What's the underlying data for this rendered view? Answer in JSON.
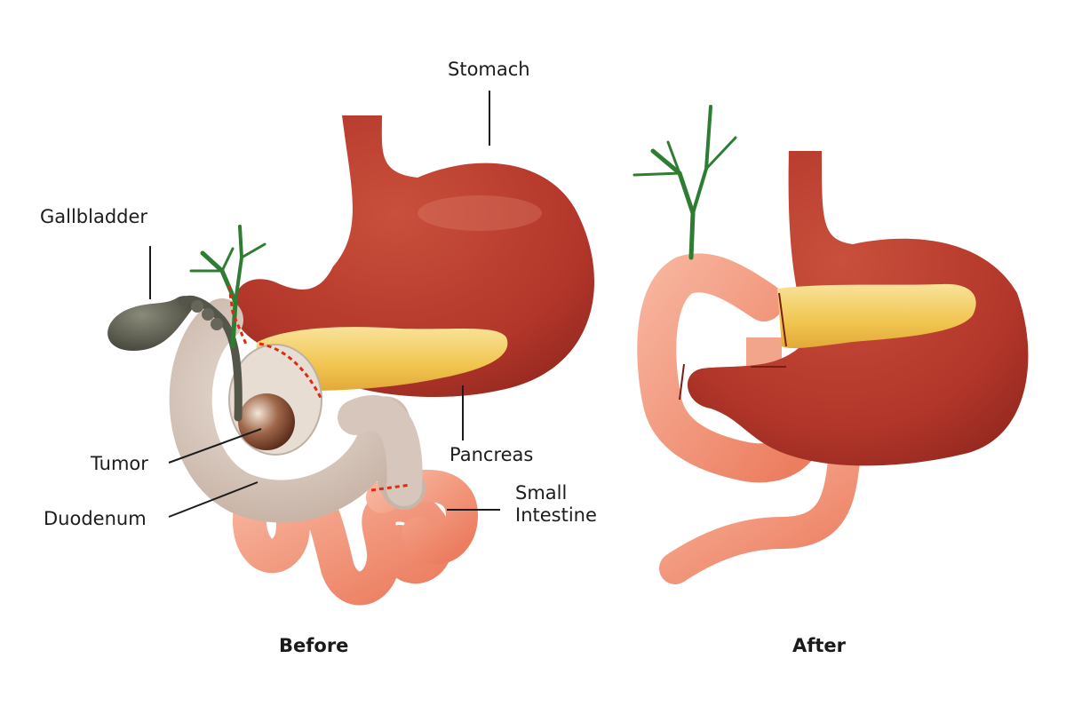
{
  "diagram": {
    "type": "anatomical illustration",
    "panels": [
      {
        "id": "before",
        "caption": "Before"
      },
      {
        "id": "after",
        "caption": "After"
      }
    ]
  },
  "labels": {
    "stomach": "Stomach",
    "gallbladder": "Gallbladder",
    "tumor": "Tumor",
    "duodenum": "Duodenum",
    "pancreas": "Pancreas",
    "small_intestine": "Small\nIntestine"
  },
  "captions": {
    "before": "Before",
    "after": "After"
  },
  "colors": {
    "stomach": "#b8382a",
    "stomach_dark": "#9a2e22",
    "pancreas": "#f2c24e",
    "pancreas_light": "#f7dc8a",
    "duodenum": "#d9c8bd",
    "intestine": "#f08a6e",
    "intestine_light": "#f6ad95",
    "bile_duct": "#2f7d32",
    "gallbladder": "#5a5a4c",
    "tumor": "#8a4a2e",
    "cut_line": "#e02a10",
    "suture": "#7a1e14",
    "leader_line": "#1c1c1c"
  }
}
